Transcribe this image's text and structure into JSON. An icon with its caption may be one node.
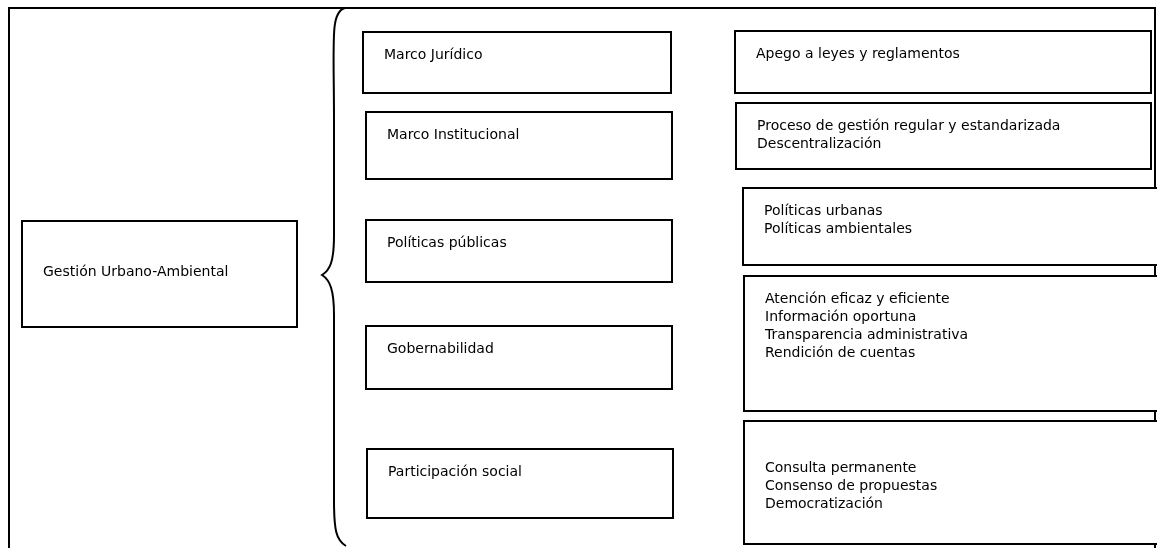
{
  "diagram": {
    "nodes": [
      {
        "text": [
          "Gestión Urbano-Ambiental"
        ]
      },
      {
        "text": [
          "Marco Jurídico"
        ]
      },
      {
        "text": [
          "Apego a leyes y reglamentos"
        ]
      },
      {
        "text": [
          "Marco Institucional"
        ]
      },
      {
        "text": [
          "Proceso de gestión regular y estandarizada",
          "Descentralización"
        ]
      },
      {
        "text": [
          "Políticas públicas"
        ]
      },
      {
        "text": [
          "Políticas urbanas",
          "Políticas ambientales"
        ]
      },
      {
        "text": [
          "Gobernabilidad"
        ]
      },
      {
        "text": [
          "Atención eficaz y eficiente",
          "Información oportuna",
          "Transparencia administrativa",
          "Rendición de cuentas"
        ]
      },
      {
        "text": [
          "Participación social"
        ]
      },
      {
        "text": [
          "Consulta permanente",
          "Consenso de propuestas",
          "Democratización"
        ]
      }
    ]
  }
}
